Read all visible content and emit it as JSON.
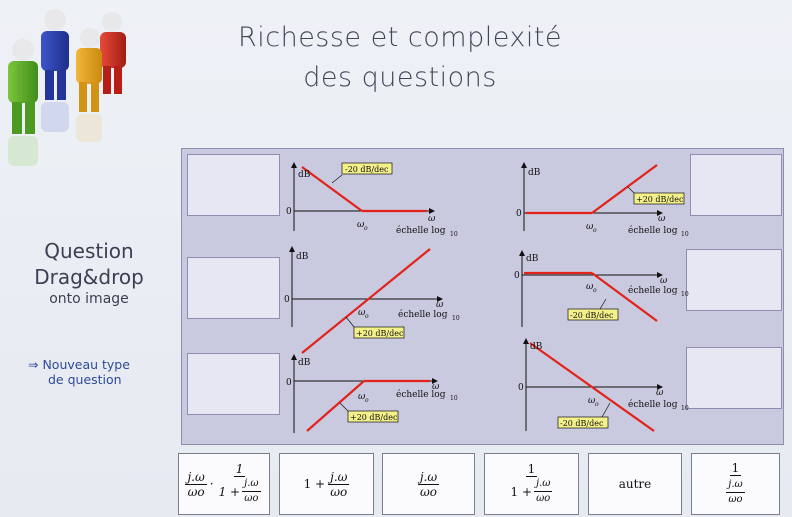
{
  "title": {
    "line1": "Richesse et complexité",
    "line2": "des questions"
  },
  "left": {
    "line1": "Question",
    "line2": "Drag&drop",
    "line3": "onto image",
    "bullet_line1": "⇒ Nouveau type",
    "bullet_line2": "de question"
  },
  "plots": {
    "y_label": "dB",
    "zero": "0",
    "x_label": "ω",
    "cut_label": "ω",
    "cut_sub": "o",
    "scale_label": "échelle log",
    "scale_sub": "10",
    "slope_neg": "-20 dB/dec",
    "slope_pos": "+20 dB/dec"
  },
  "tiles": {
    "t1_a_num": "j.ω",
    "t1_a_den": "ωo",
    "t1_dot": "·",
    "t1_b_num": "1",
    "t1_b_den_pre": "1 +",
    "t1_b_den_num": "j.ω",
    "t1_b_den_den": "ωo",
    "t2_pre": "1 +",
    "t2_num": "j.ω",
    "t2_den": "ωo",
    "t3_num": "j.ω",
    "t3_den": "ωo",
    "t4_num": "1",
    "t4_den_pre": "1 +",
    "t4_den_num": "j.ω",
    "t4_den_den": "ωo",
    "t5": "autre",
    "t6_num": "1",
    "t6_den_num": "j.ω",
    "t6_den_den": "ωo"
  },
  "colors": {
    "curve": "#e2231a",
    "label_bg": "#f4f08a",
    "board": "#c9c9df"
  }
}
